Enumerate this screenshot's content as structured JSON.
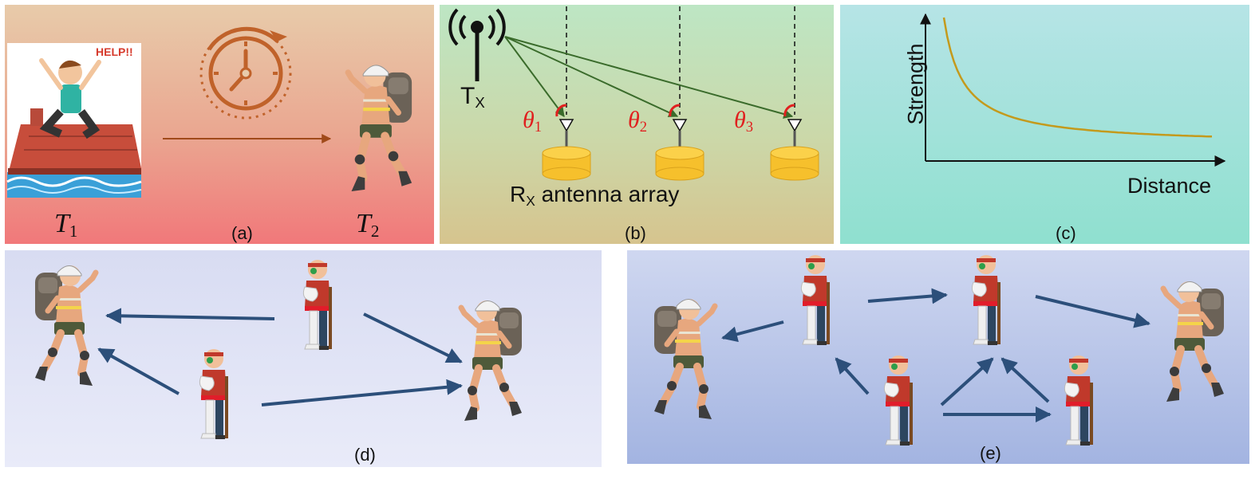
{
  "panel_a": {
    "caption": "(a)",
    "t1": {
      "main": "T",
      "sub": "1"
    },
    "t2": {
      "main": "T",
      "sub": "2"
    },
    "help_text": "HELP!!",
    "colors": {
      "top": "#e8cbaa",
      "bottom": "#f1787a",
      "accent": "#c0622a"
    },
    "icons": [
      "person-on-roof-icon",
      "clock-icon",
      "rescuer-icon"
    ]
  },
  "panel_b": {
    "caption": "(b)",
    "tx": {
      "main": "T",
      "sub": "X"
    },
    "rx": {
      "main": "R",
      "sub": "X",
      "rest": " antenna array"
    },
    "angles": [
      {
        "main": "θ",
        "sub": "1"
      },
      {
        "main": "θ",
        "sub": "2"
      },
      {
        "main": "θ",
        "sub": "3"
      }
    ],
    "colors": {
      "top": "#bde6c4",
      "bottom": "#d6c48e",
      "ray": "#3a6b2b",
      "angle": "#e0201f",
      "disc": "#f6c02c"
    },
    "icons": [
      "antenna-tower-icon",
      "receiver-antenna-icon"
    ]
  },
  "panel_c": {
    "caption": "(c)",
    "ylabel": "Strength",
    "xlabel": "Distance",
    "colors": {
      "top": "#b6e4e6",
      "bottom": "#8fe0cf",
      "curve": "#c49a1c"
    }
  },
  "panel_d": {
    "caption": "(d)",
    "colors": {
      "top": "#d8dcf2",
      "bottom": "#e6e8f8",
      "arrow": "#2c4f7a"
    },
    "icons": [
      "rescuer-icon",
      "injured-person-icon"
    ]
  },
  "panel_e": {
    "caption": "(e)",
    "colors": {
      "top": "#c9d2ee",
      "bottom": "#a5b6e2",
      "arrow": "#2c4f7a"
    },
    "icons": [
      "rescuer-icon",
      "injured-person-icon"
    ]
  }
}
